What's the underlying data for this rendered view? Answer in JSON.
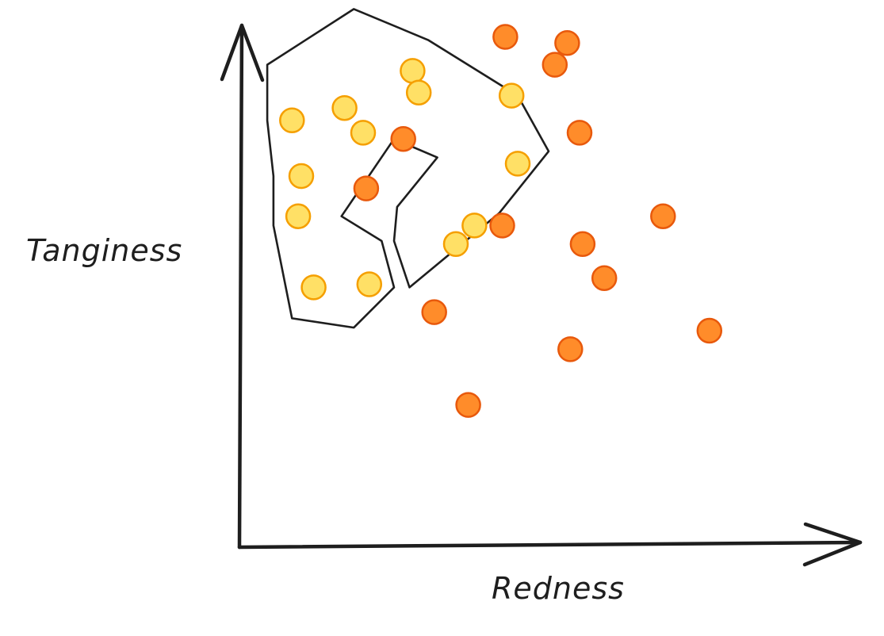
{
  "chart_data": {
    "type": "scatter",
    "title": "",
    "xlabel": "Redness",
    "ylabel": "Tanginess",
    "xlim": [
      0,
      100
    ],
    "ylim": [
      0,
      100
    ],
    "grid": false,
    "axis_ticks": false,
    "series": [
      {
        "key": "yellow",
        "color": "#ffe066",
        "stroke": "#f59f00",
        "points": [
          [
            17,
            71
          ],
          [
            8.5,
            69
          ],
          [
            28,
            77
          ],
          [
            20,
            67
          ],
          [
            29,
            73.5
          ],
          [
            45,
            62
          ],
          [
            10,
            60
          ],
          [
            44,
            73
          ],
          [
            38,
            52
          ],
          [
            9.5,
            53.5
          ],
          [
            35,
            49
          ],
          [
            12,
            42
          ],
          [
            21,
            42.5
          ]
        ]
      },
      {
        "key": "orange",
        "color": "#ff8c2a",
        "stroke": "#e8590c",
        "points": [
          [
            53,
            81.5
          ],
          [
            43,
            82.5
          ],
          [
            51,
            78
          ],
          [
            42.5,
            52
          ],
          [
            55,
            67
          ],
          [
            26.5,
            66
          ],
          [
            20.5,
            58
          ],
          [
            68.5,
            53.5
          ],
          [
            55.5,
            49
          ],
          [
            59,
            43.5
          ],
          [
            31.5,
            38
          ],
          [
            76,
            35
          ],
          [
            53.5,
            32
          ],
          [
            37,
            23
          ]
        ]
      }
    ],
    "decision_boundary": [
      [
        4.5,
        78
      ],
      [
        18.5,
        87
      ],
      [
        30.5,
        82
      ],
      [
        45,
        73
      ],
      [
        50,
        64
      ],
      [
        42,
        54
      ],
      [
        27.5,
        42
      ],
      [
        25,
        49.5
      ],
      [
        25.5,
        55
      ],
      [
        32,
        63
      ],
      [
        25,
        66
      ],
      [
        16.5,
        53.5
      ],
      [
        23,
        49.5
      ],
      [
        25,
        42
      ],
      [
        18.5,
        35.5
      ],
      [
        8.5,
        37
      ],
      [
        5.5,
        52
      ],
      [
        5.5,
        60
      ],
      [
        4.5,
        69
      ],
      [
        4.5,
        78
      ]
    ]
  }
}
